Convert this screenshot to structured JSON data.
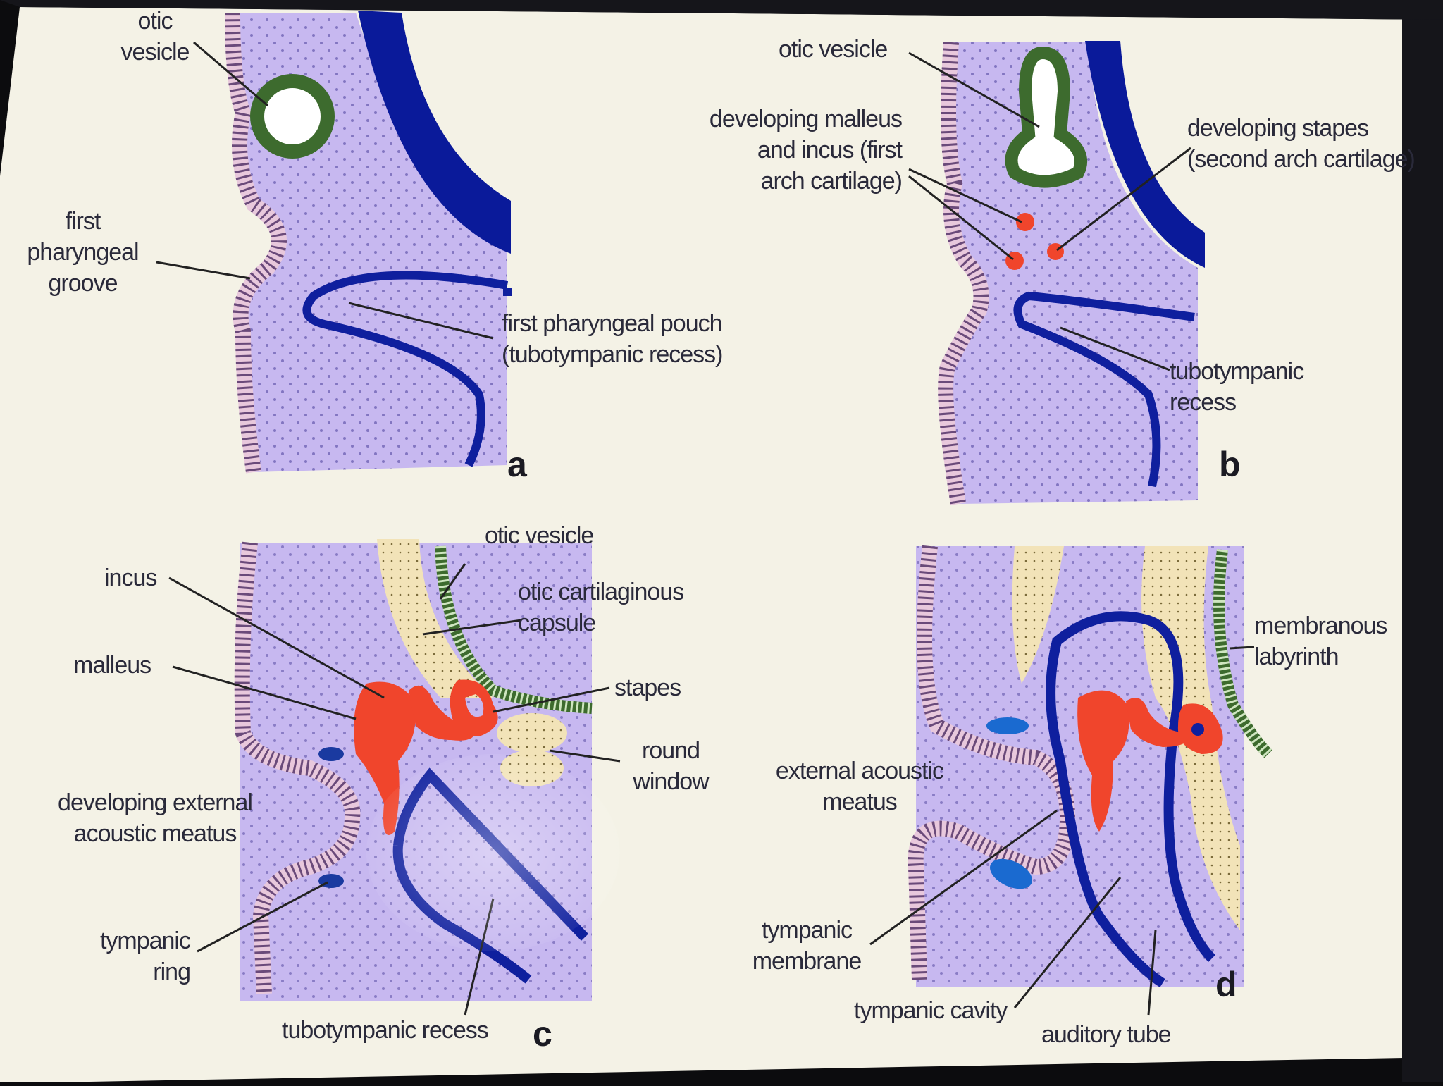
{
  "panels": {
    "a": {
      "letter": "a",
      "otic_vesicle_label": [
        "otic",
        "vesicle"
      ],
      "first_pharyngeal_groove_label": [
        "first",
        "pharyngeal",
        "groove"
      ],
      "first_pharyngeal_pouch_label": [
        "first pharyngeal pouch",
        "(tubotympanic recess)"
      ]
    },
    "b": {
      "letter": "b",
      "otic_vesicle_label": "otic vesicle",
      "developing_malleus_incus_label": [
        "developing malleus",
        "and incus (first",
        "arch cartilage)"
      ],
      "developing_stapes_label": [
        "developing stapes",
        "(second arch cartilage)"
      ],
      "tubotympanic_recess_label": [
        "tubotympanic",
        "recess"
      ]
    },
    "c": {
      "letter": "c",
      "otic_vesicle_label": "otic vesicle",
      "otic_cartilaginous_capsule_label": [
        "otic cartilaginous",
        "capsule"
      ],
      "incus_label": "incus",
      "malleus_label": "malleus",
      "stapes_label": "stapes",
      "round_window_label": [
        "round",
        "window"
      ],
      "developing_external_acoustic_meatus_label": [
        "developing external",
        "acoustic meatus"
      ],
      "tympanic_ring_label": [
        "tympanic",
        "ring"
      ],
      "tubotympanic_recess_label": "tubotympanic recess"
    },
    "d": {
      "letter": "d",
      "membranous_labyrinth_label": [
        "membranous",
        "labyrinth"
      ],
      "external_acoustic_meatus_label": [
        "external acoustic",
        "meatus"
      ],
      "tympanic_membrane_label": [
        "tympanic",
        "membrane"
      ],
      "tympanic_cavity_label": "tympanic cavity",
      "auditory_tube_label": "auditory tube"
    }
  },
  "colors": {
    "background": "#f4f2e6",
    "mesenchyme": "#c7b8f0",
    "ectoderm_epithelium": "#e8c8dc",
    "endoderm_line": "#0f1f9e",
    "neural_tube": "#0a1a9a",
    "otic_epithelium": "#3d6b2e",
    "ossicles": "#f0452c",
    "cartilage": "#f2e3b8"
  }
}
